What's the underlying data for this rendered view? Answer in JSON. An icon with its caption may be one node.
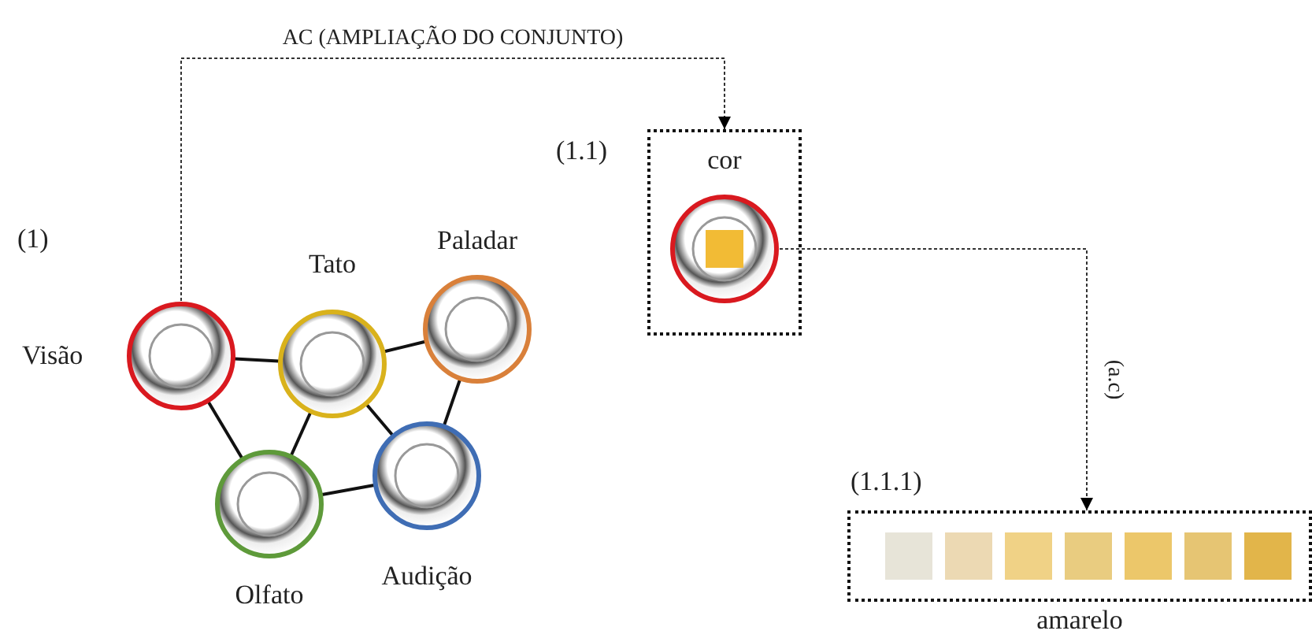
{
  "diagram": {
    "nodes": [
      {
        "text": [
          "Visão"
        ]
      },
      {
        "text": [
          "Tato"
        ]
      },
      {
        "text": [
          "Paladar"
        ]
      },
      {
        "text": [
          "Olfato"
        ]
      },
      {
        "text": [
          "Audição"
        ]
      },
      {
        "text": [
          "cor"
        ],
        "beside": [
          "(1.1)"
        ]
      },
      {
        "text": [],
        "shape": "circle",
        "in": 5
      },
      {
        "text": [
          "amarelo"
        ],
        "beside": [
          "(1.1.1)"
        ]
      }
    ],
    "edges": [
      {
        "from": 0,
        "to": 1,
        "arrow": "none"
      },
      {
        "from": 1,
        "to": 2,
        "arrow": "none"
      },
      {
        "from": 0,
        "to": 3,
        "arrow": "none"
      },
      {
        "from": 1,
        "to": 3,
        "arrow": "none"
      },
      {
        "from": 1,
        "to": 4,
        "arrow": "none"
      },
      {
        "from": 2,
        "to": 4,
        "arrow": "none"
      },
      {
        "from": 3,
        "to": 4,
        "arrow": "none"
      },
      {
        "from": 0,
        "to": 5,
        "arrow": "to",
        "style": "dashed",
        "label": "AC (AMPLIAÇÃO DO CONJUNTO)"
      },
      {
        "from": 6,
        "to": 7,
        "arrow": "to",
        "style": "dashed",
        "label": "(a.c)"
      }
    ],
    "labels": [
      "(1)"
    ]
  }
}
